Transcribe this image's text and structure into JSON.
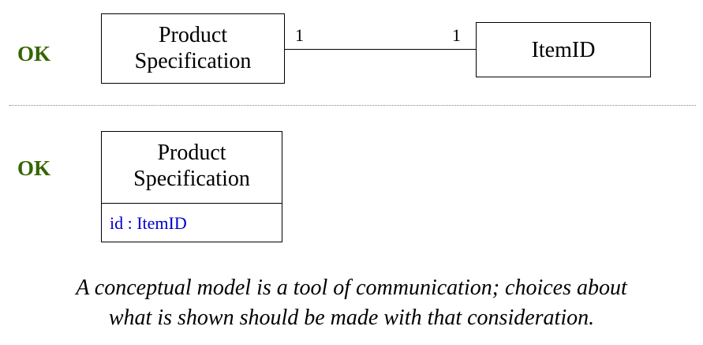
{
  "option_1": {
    "verdict": "OK",
    "left_class": {
      "name_line1": "Product",
      "name_line2": "Specification"
    },
    "right_class": {
      "name": "ItemID"
    },
    "association": {
      "left_multiplicity": "1",
      "right_multiplicity": "1"
    }
  },
  "option_2": {
    "verdict": "OK",
    "class": {
      "name_line1": "Product",
      "name_line2": "Specification",
      "attribute": "id : ItemID"
    }
  },
  "note": {
    "line1": "A conceptual model is a tool of communication; choices about",
    "line2": "what is shown should be made with that consideration."
  },
  "colors": {
    "verdict": "#336600",
    "attribute": "#0000cc"
  }
}
